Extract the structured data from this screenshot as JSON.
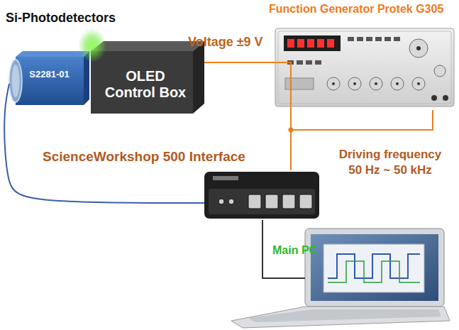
{
  "diagram": {
    "title": "Si-Photodetectors",
    "nodes": [
      {
        "text": [
          "S2281-01"
        ]
      },
      {
        "text": [
          "OLED Control Box"
        ]
      },
      {
        "text": [
          "Function Generator Protek G305"
        ]
      },
      {
        "text": [
          "ScienceWorkshop 500 Interface"
        ]
      },
      {
        "text": [
          "Main PC"
        ]
      }
    ],
    "edges": [
      {
        "from": 2,
        "to": 1,
        "arrow": "none"
      },
      {
        "from": 2,
        "to": 3,
        "arrow": "none"
      },
      {
        "from": 0,
        "to": 3,
        "arrow": "none"
      },
      {
        "from": 3,
        "to": 4,
        "arrow": "none"
      }
    ],
    "labels": [
      "Voltage ±9 V",
      "Driving frequency 50 Hz ~ 50 kHz"
    ]
  }
}
